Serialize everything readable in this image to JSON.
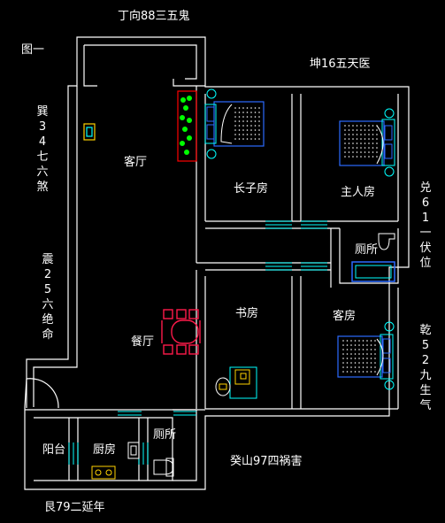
{
  "diagram_title": "图一",
  "directions": {
    "top": "丁向88三五鬼",
    "top_right": "坤16五天医",
    "left_top": "巽34七六煞",
    "left_bottom": "震25六绝命",
    "right_top": "兑61一伏位",
    "right_bottom": "乾52九生气",
    "bottom_right": "癸山97四祸害",
    "bottom_left": "艮79二延年"
  },
  "rooms": {
    "living_room": "客厅",
    "eldest_son_room": "长子房",
    "master_bedroom": "主人房",
    "toilet_right": "厕所",
    "study": "书房",
    "guest_room": "客房",
    "dining_room": "餐厅",
    "balcony": "阳台",
    "kitchen": "厨房",
    "toilet_bottom": "厕所"
  },
  "colors": {
    "background": "#000000",
    "wall": "#ffffff",
    "furniture": "#2b6bff",
    "accent_cyan": "#00ffff",
    "plant_green": "#00ff00",
    "plant_red": "#ff0000",
    "dining_red": "#ff1a4a",
    "gold": "#ffd200"
  }
}
